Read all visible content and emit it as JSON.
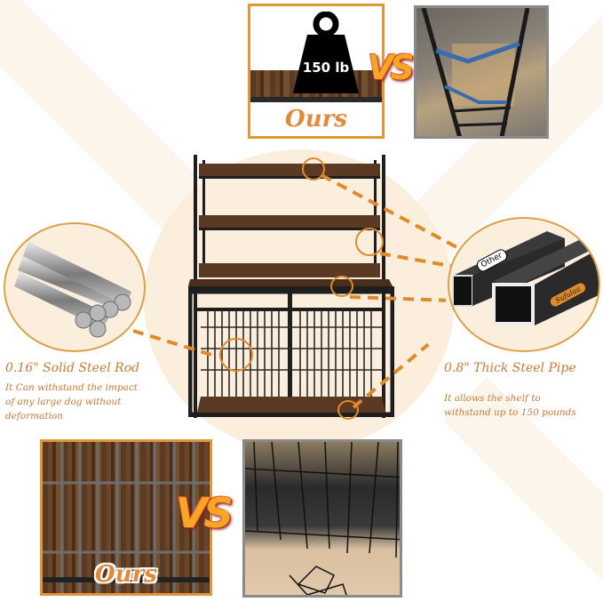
{
  "top_comparison": {
    "ours": {
      "weight_label": "150 lb",
      "caption": "Ours"
    },
    "vs_label": "VS",
    "other": {
      "description": "broken bent metal shelf frame"
    }
  },
  "center_product": {
    "name": "dog crate furniture with shelves"
  },
  "left_feature": {
    "title": "0.16\" Solid Steel Rod",
    "description_lines": [
      "It Can withstand the impact",
      "of any large dog without",
      "deformation"
    ]
  },
  "right_feature": {
    "title": "0.8\" Thick Steel Pipe",
    "description_lines": [
      "It allows the shelf to",
      "withstand up to 150 pounds"
    ],
    "pipe_labels": {
      "other": "Other",
      "ours": "Sufulaa"
    }
  },
  "bottom_comparison": {
    "ours": {
      "caption": "Ours"
    },
    "vs_label": "VS",
    "other": {
      "description": "collapsed wire crate"
    }
  },
  "colors": {
    "accent_orange": "#e08a2a",
    "text_orange": "#c9793a",
    "background_cream": "#fbeedd",
    "frame_black": "#222222",
    "wood_brown": "#5a3a22"
  }
}
